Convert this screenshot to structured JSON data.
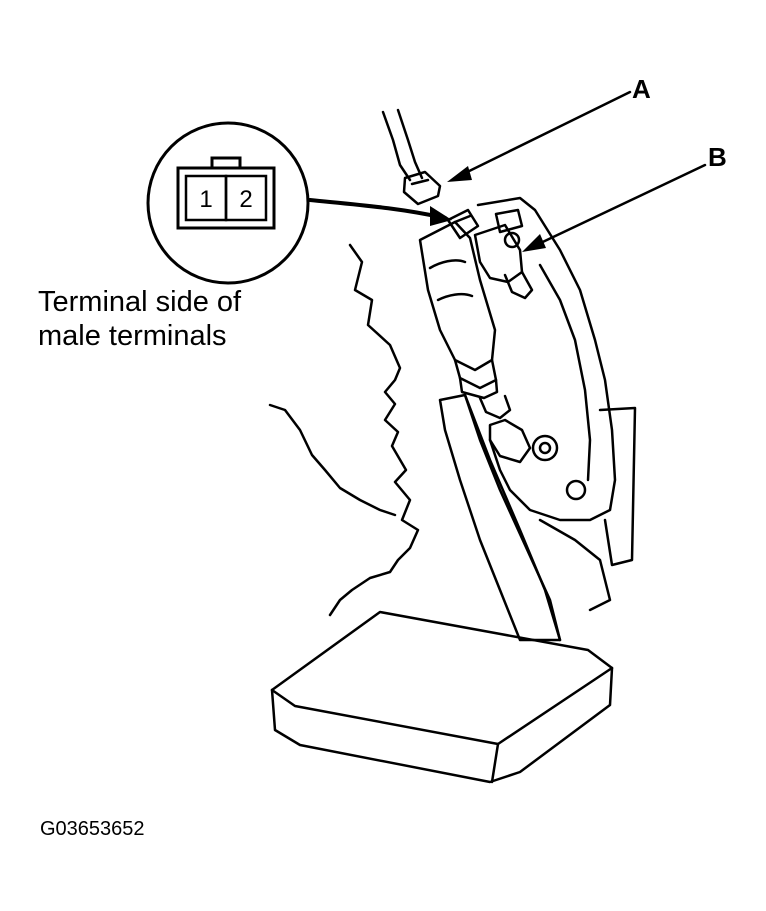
{
  "callouts": {
    "a": "A",
    "b": "B"
  },
  "inset": {
    "caption_line1": "Terminal side of",
    "caption_line2": "male terminals",
    "pins": [
      "1",
      "2"
    ]
  },
  "figure_id": "G03653652",
  "colors": {
    "ink": "#000000",
    "paper": "#ffffff"
  }
}
